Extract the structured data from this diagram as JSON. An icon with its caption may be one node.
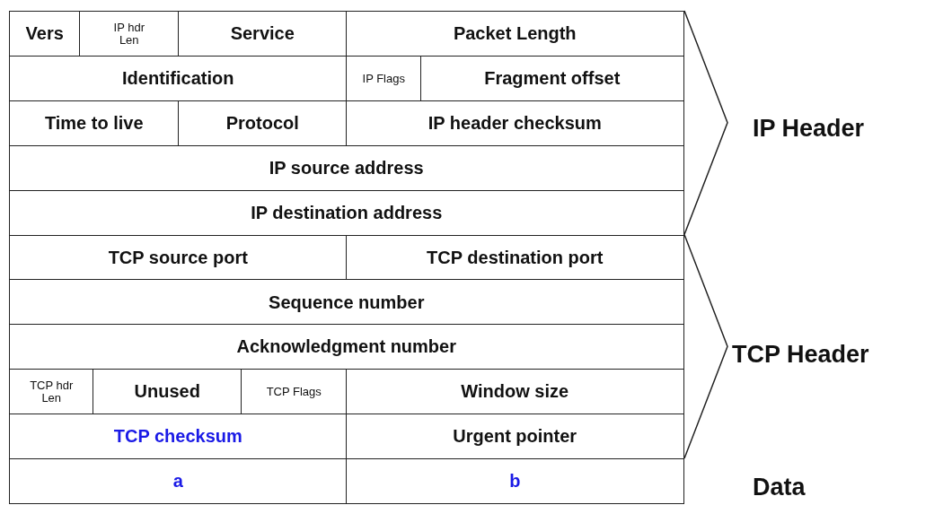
{
  "diagram": {
    "nodes": [
      {
        "text": [
          "Vers"
        ]
      },
      {
        "text": [
          "IP hdr Len"
        ]
      },
      {
        "text": [
          "Service"
        ]
      },
      {
        "text": [
          "Packet Length"
        ]
      },
      {
        "text": [
          "Identification"
        ]
      },
      {
        "text": [
          "IP Flags"
        ]
      },
      {
        "text": [
          "Fragment offset"
        ]
      },
      {
        "text": [
          "Time to live"
        ]
      },
      {
        "text": [
          "Protocol"
        ]
      },
      {
        "text": [
          "IP header checksum"
        ]
      },
      {
        "text": [
          "IP source address"
        ]
      },
      {
        "text": [
          "IP destination address"
        ]
      },
      {
        "text": [
          "TCP source port"
        ]
      },
      {
        "text": [
          "TCP destination port"
        ]
      },
      {
        "text": [
          "Sequence number"
        ]
      },
      {
        "text": [
          "Acknowledgment number"
        ]
      },
      {
        "text": [
          "TCP hdr Len"
        ]
      },
      {
        "text": [
          "Unused"
        ]
      },
      {
        "text": [
          "TCP Flags"
        ]
      },
      {
        "text": [
          "Window size"
        ]
      },
      {
        "text": [
          "TCP checksum"
        ]
      },
      {
        "text": [
          "Urgent pointer"
        ]
      },
      {
        "text": [
          "a"
        ]
      },
      {
        "text": [
          "b"
        ]
      }
    ],
    "labels": [
      "IP Header",
      "TCP Header",
      "Data"
    ]
  }
}
